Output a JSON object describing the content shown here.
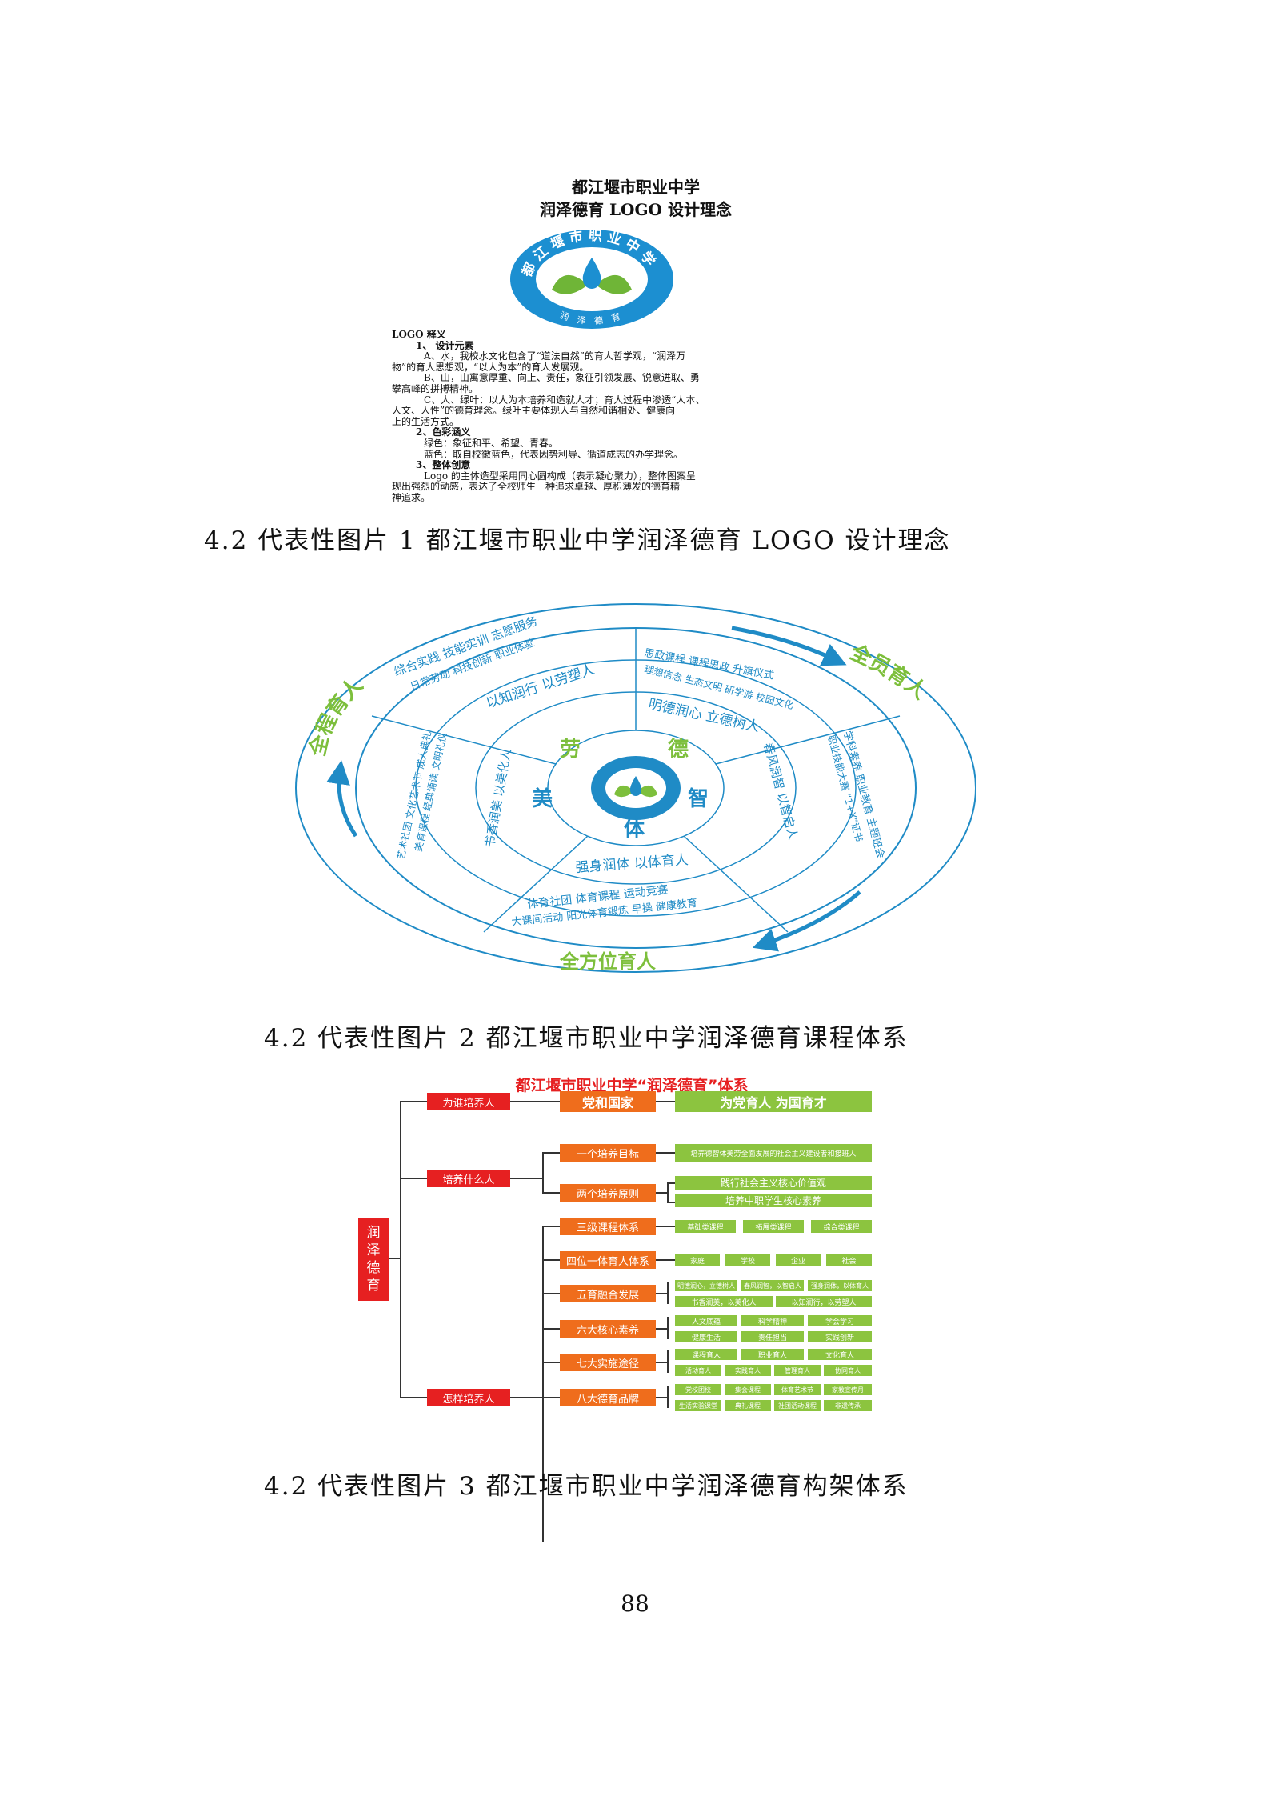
{
  "figure1": {
    "title1": "都江堰市职业中学",
    "title2": "润泽德育 LOGO 设计理念",
    "logo_top_text": "都江堰市职业中学",
    "logo_bottom_text": "润 泽 德 育",
    "logo_colors": {
      "blue": "#1c8fd1",
      "green": "#6fb537"
    },
    "lines": [
      "LOGO 释义",
      "1、 设计元素",
      "A、水，我校水文化包含了“道法自然”的育人哲学观，“润泽万",
      "物”的育人思想观，“以人为本”的育人发展观。",
      "B、山，山寓意厚重、向上、责任，象征引领发展、锐意进取、勇",
      "攀高峰的拼搏精神。",
      "C、人、绿叶：以人为本培养和造就人才；育人过程中渗透“人本、",
      "人文、人性”的德育理念。绿叶主要体现人与自然和谐相处、健康向",
      "上的生活方式。",
      "2、色彩涵义",
      "绿色：象征和平、希望、青春。",
      "蓝色：取自校徽蓝色，代表因势利导、循道成志的办学理念。",
      "3、整体创意",
      "Logo 的主体造型采用同心圆构成（表示凝心聚力），整体图案呈",
      "现出强烈的动感，表达了全校师生一种追求卓越、厚积薄发的德育精",
      "神追求。"
    ]
  },
  "caption1": "4.2 代表性图片 1 都江堰市职业中学润泽德育 LOGO 设计理念",
  "figure2": {
    "outer_labels": [
      "全员育人",
      "全程育人",
      "全方位育人"
    ],
    "core": [
      "劳",
      "德",
      "智",
      "体",
      "美"
    ],
    "sectors": {
      "labor_mid": "以知润行 以劳塑人",
      "labor_out1": "综合实践 技能实训 志愿服务",
      "labor_out2": "日常劳动 科技创新 职业体验",
      "moral_mid": "明德润心 立德树人",
      "moral_out1": "思政课程 课程思政 升旗仪式",
      "moral_out2": "理想信念 生态文明 研学游 校园文化",
      "wisdom_mid": "春风润智 以智启人",
      "wisdom_out1": "学科素养 职业教育 主题班会",
      "wisdom_out2": "职业技能大赛 “1+X”证书",
      "body_mid": "强身润体 以体育人",
      "body_out1": "体育社团 体育课程 运动竞赛",
      "body_out2": "大课间活动 阳光体育锻炼 早操 健康教育",
      "beauty_mid": "书香润美 以美化人",
      "beauty_out1": "艺术社团 文化艺术节 成人典礼",
      "beauty_out2": "美育课程 经典诵读 文明礼仪"
    },
    "colors": {
      "ring": "#1f8bc6",
      "label": "#7dbf3c",
      "text": "#1f8bc6"
    }
  },
  "caption2": "4.2 代表性图片 2 都江堰市职业中学润泽德育课程体系",
  "figure3": {
    "title": "都江堰市职业中学“润泽德育”体系",
    "root": "润泽德育",
    "questions": [
      "为谁培养人",
      "培养什么人",
      "怎样培养人"
    ],
    "party": "党和国家",
    "party_goal": "为党育人 为国育才",
    "goal": "一个培养目标",
    "goal_text": "培养德智体美劳全面发展的社会主义建设者和接班人",
    "principle": "两个培养原则",
    "principle_1": "践行社会主义核心价值观",
    "principle_2": "培养中职学生核心素养",
    "courses": "三级课程体系",
    "course_items": [
      "基础类课程",
      "拓展类课程",
      "综合类课程"
    ],
    "four": "四位一体育人体系",
    "four_items": [
      "家庭",
      "学校",
      "企业",
      "社会"
    ],
    "five": "五育融合发展",
    "five_row1": [
      "明德润心，立德树人",
      "春风润智，以智启人",
      "强身润体，以体育人"
    ],
    "five_row2": [
      "书香润美，以美化人",
      "以知润行，以劳塑人"
    ],
    "six": "六大核心素养",
    "six_row1": [
      "人文底蕴",
      "科学精神",
      "学会学习"
    ],
    "six_row2": [
      "健康生活",
      "责任担当",
      "实践创新"
    ],
    "seven": "七大实施途径",
    "seven_row1": [
      "课程育人",
      "职业育人",
      "文化育人"
    ],
    "seven_row2": [
      "活动育人",
      "实践育人",
      "管理育人",
      "协同育人"
    ],
    "eight": "八大德育品牌",
    "eight_row1": [
      "党校团校",
      "集会课程",
      "体育艺术节",
      "家教宣传月"
    ],
    "eight_row2": [
      "生活实验课堂",
      "典礼课程",
      "社团活动课程",
      "非遗传承"
    ]
  },
  "caption3": "4.2 代表性图片 3 都江堰市职业中学润泽德育构架体系",
  "page_number": "88"
}
